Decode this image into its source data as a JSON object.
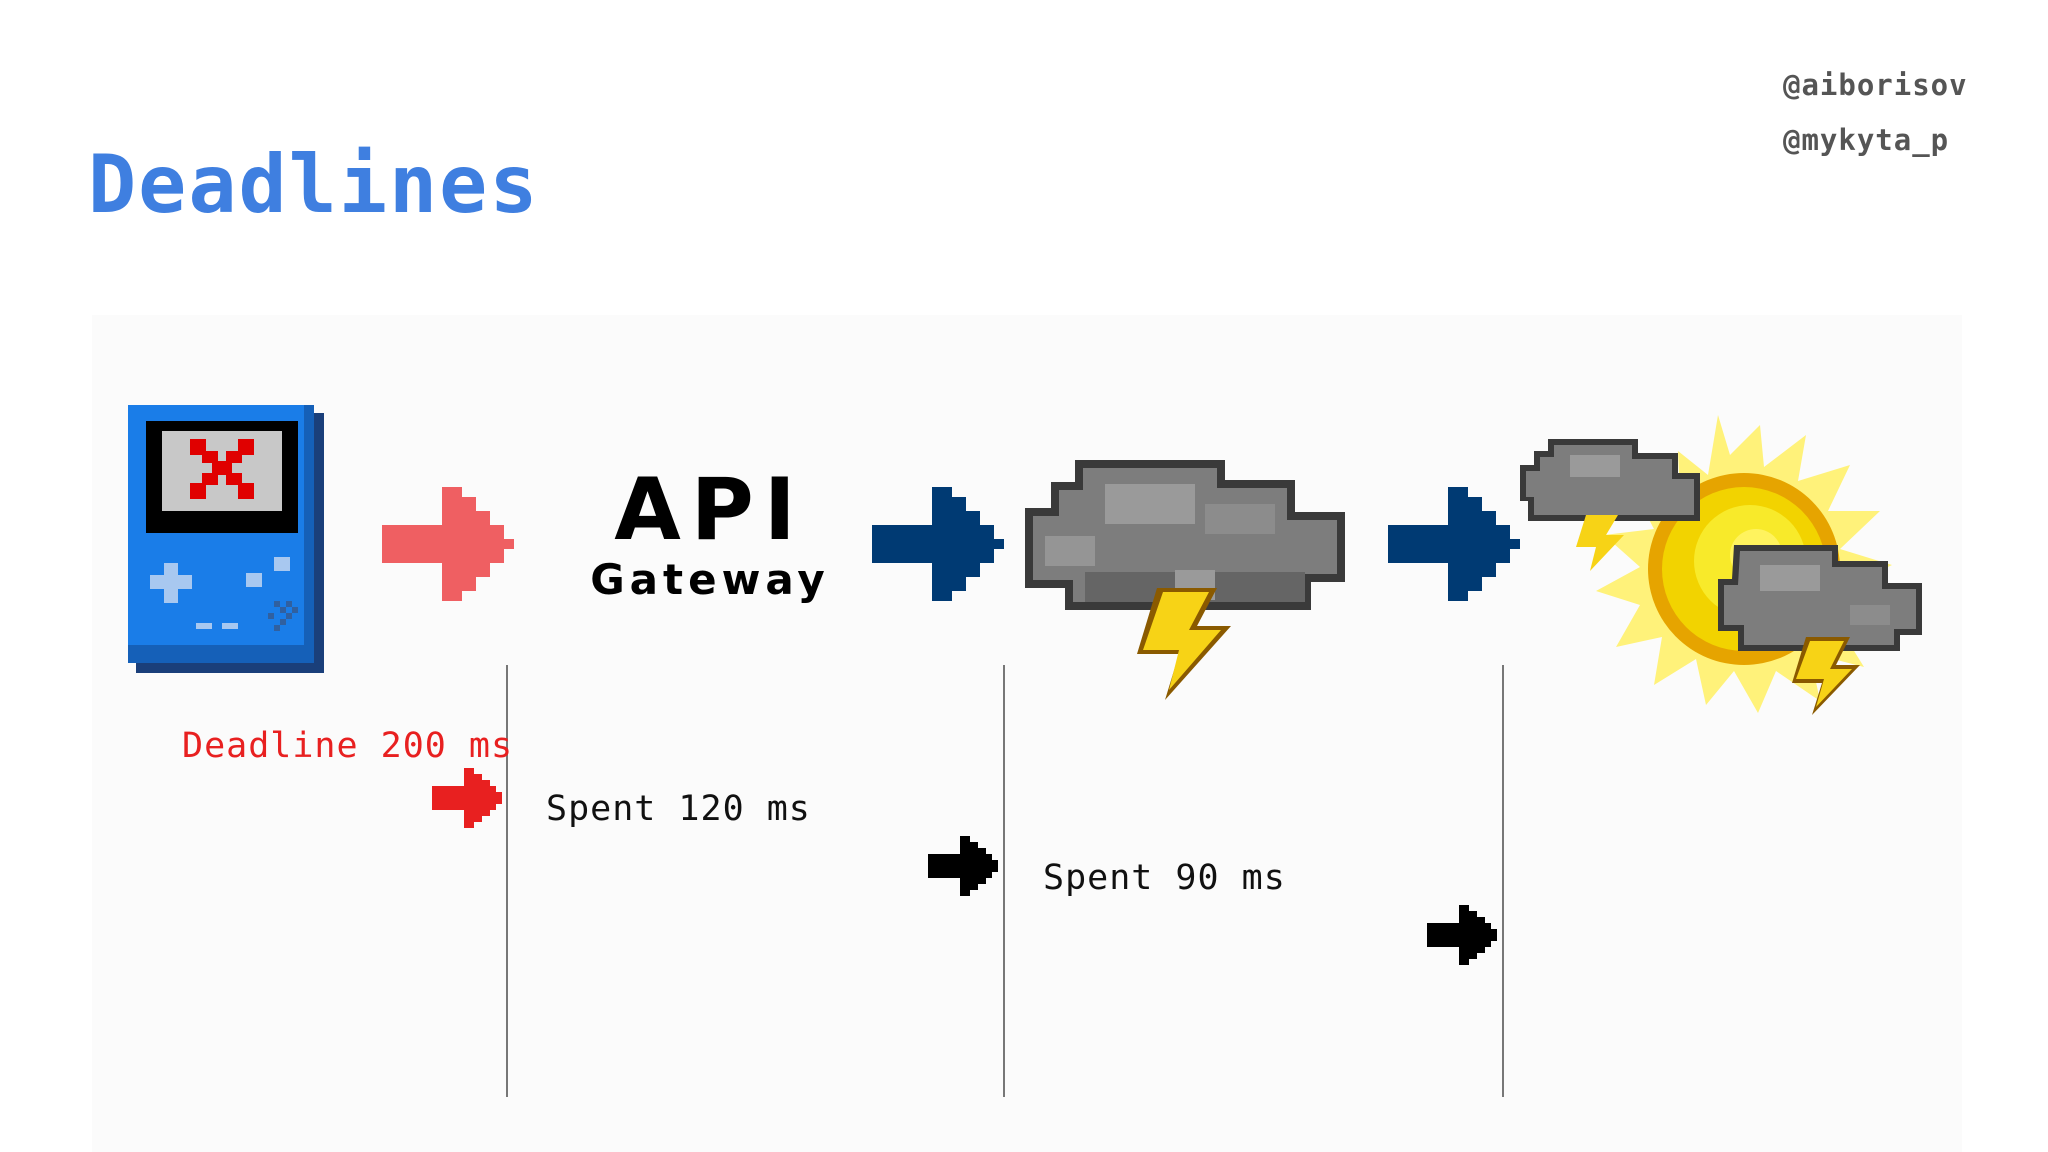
{
  "slide": {
    "title": "Deadlines",
    "handles": [
      "@aiborisov",
      "@mykyta_p"
    ]
  },
  "diagram": {
    "gateway": {
      "line1": "API",
      "line2": "Gateway"
    },
    "deadline_label": "Deadline 200 ms",
    "spent_labels": [
      "Spent 120 ms",
      "Spent 90 ms"
    ],
    "icons": {
      "client": "game-console-error-icon",
      "service_1": "storm-cloud-icon",
      "service_2": "sun-storm-clouds-icon",
      "flow_arrows": "pixel-arrow-right-icon"
    },
    "colors": {
      "title": "#3f7fe0",
      "deadline": "#e82020",
      "first_arrow": "#ef5f62",
      "flow_arrow": "#003a73",
      "device": "#1a7de8"
    }
  }
}
